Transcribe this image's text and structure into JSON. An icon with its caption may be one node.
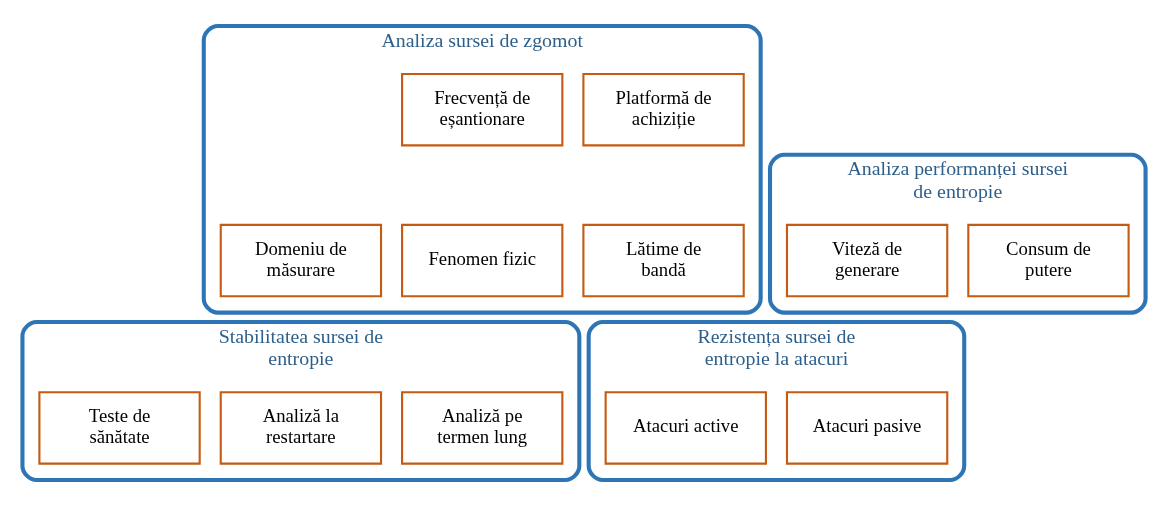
{
  "diagram": {
    "nodes": [
      {
        "text": [
          "Analiza sursei de zgomot"
        ]
      },
      {
        "text": [
          "Platformă de achiziție"
        ],
        "in": 0
      },
      {
        "text": [
          "Frecvență de eșantionare"
        ],
        "in": 0
      },
      {
        "text": [
          "Lătime de bandă"
        ],
        "in": 0
      },
      {
        "text": [
          "Domeniu de măsurare"
        ],
        "in": 0
      },
      {
        "text": [
          "Fenomen fizic"
        ],
        "in": 0
      },
      {
        "text": [
          "Analiza performanței sursei de entropie"
        ]
      },
      {
        "text": [
          "Consum de putere"
        ],
        "in": 6
      },
      {
        "text": [
          "Viteză de generare"
        ],
        "in": 6
      },
      {
        "text": [
          "Stabilitatea sursei de entropie"
        ]
      },
      {
        "text": [
          "Analiză pe termen lung"
        ],
        "in": 9
      },
      {
        "text": [
          "Analiză la restartare"
        ],
        "in": 9
      },
      {
        "text": [
          "Teste de sănătate"
        ],
        "in": 9
      },
      {
        "text": [
          "Rezistența sursei de entropie la atacuri"
        ]
      },
      {
        "text": [
          "Atacuri pasive"
        ],
        "in": 13
      },
      {
        "text": [
          "Atacuri active"
        ],
        "in": 13
      }
    ],
    "edges": []
  }
}
